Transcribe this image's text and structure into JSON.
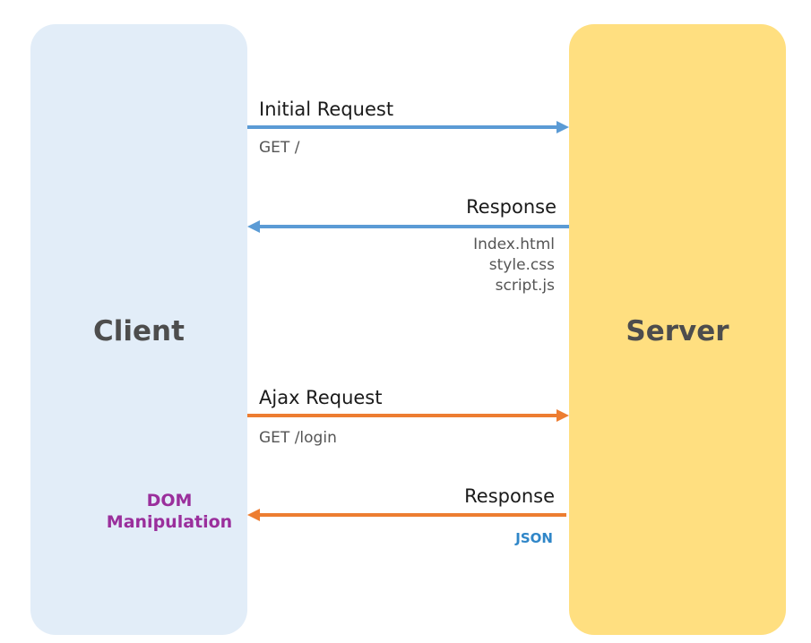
{
  "client": {
    "title": "Client"
  },
  "server": {
    "title": "Server"
  },
  "messages": [
    {
      "direction": "client-to-server",
      "label": "Initial Request",
      "details": [
        "GET /"
      ],
      "color": "#5b9bd5"
    },
    {
      "direction": "server-to-client",
      "label": "Response",
      "details": [
        "Index.html",
        "style.css",
        "script.js"
      ],
      "color": "#5b9bd5"
    },
    {
      "direction": "client-to-server",
      "label": "Ajax Request",
      "details": [
        "GET /login"
      ],
      "color": "#ed7d31"
    },
    {
      "direction": "server-to-client",
      "label": "Response",
      "details": [
        "JSON"
      ],
      "color": "#ed7d31"
    }
  ],
  "client_note": {
    "line1": "DOM",
    "line2": "Manipulation",
    "color": "#9a2f9c"
  },
  "colors": {
    "client_bg": "#e2edf8",
    "server_bg": "#ffdf80",
    "json": "#2f86c8"
  }
}
